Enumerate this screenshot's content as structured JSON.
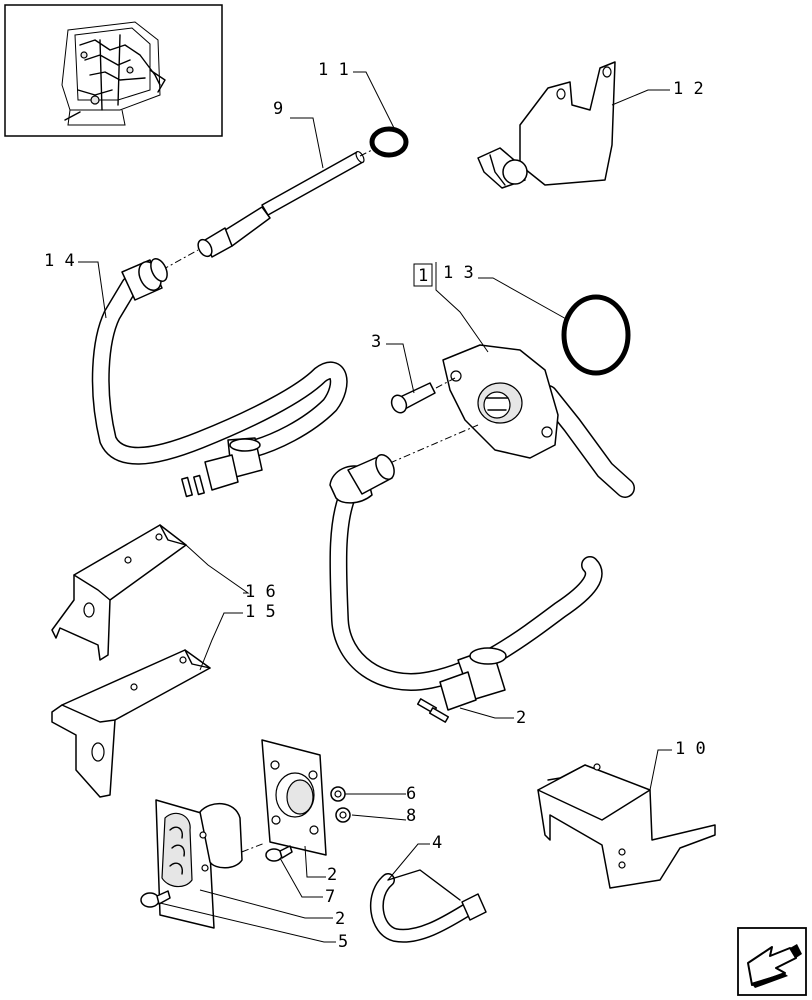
{
  "callouts": {
    "c1": "1",
    "c2a": "2",
    "c2b": "2",
    "c2c": "2",
    "c3": "3",
    "c4": "4",
    "c5": "5",
    "c6": "6",
    "c7": "7",
    "c8": "8",
    "c9": "9",
    "c10": "1 0",
    "c11": "1 1",
    "c12": "1 2",
    "c13": "1 3",
    "c14": "1 4",
    "c15": "1 5",
    "c16": "1 6"
  },
  "icons": {
    "thumbnail": "tractor-cab-wiring-thumbnail",
    "nav": "next-page-arrow-icon"
  }
}
